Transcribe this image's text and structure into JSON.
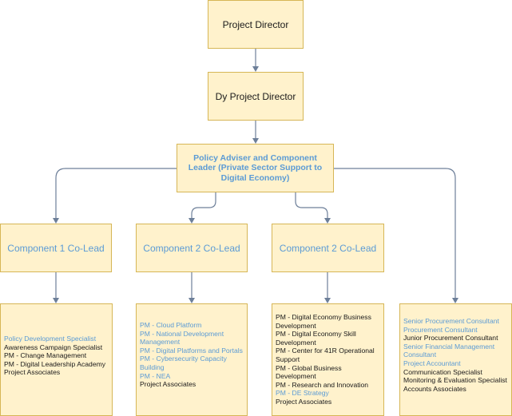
{
  "nodes": {
    "director": "Project Director",
    "dy_director": "Dy Project Director",
    "policy_adviser": "Policy Adviser and Component Leader (Private Sector Support to Digital Economy)",
    "component1": "Component 1 Co-Lead",
    "component2a": "Component 2 Co-Lead",
    "component2b": "Component 2 Co-Lead"
  },
  "lists": {
    "col1": [
      {
        "text": "Policy Development Specialist",
        "highlight": true
      },
      {
        "text": "Awareness Campaign Specialist",
        "highlight": false
      },
      {
        "text": "PM - Change Management",
        "highlight": false
      },
      {
        "text": "PM - Digital Leadership Academy",
        "highlight": false
      },
      {
        "text": "Project Associates",
        "highlight": false
      }
    ],
    "col2": [
      {
        "text": "PM - Cloud Platform",
        "highlight": true
      },
      {
        "text": "PM - National Development Management",
        "highlight": true
      },
      {
        "text": "PM - Digital Platforms and Portals",
        "highlight": true
      },
      {
        "text": "PM - Cybersecurity Capacity Building",
        "highlight": true
      },
      {
        "text": "PM - NEA",
        "highlight": true
      },
      {
        "text": "Project Associates",
        "highlight": false
      }
    ],
    "col3": [
      {
        "text": "PM - Digital Economy Business Development",
        "highlight": false
      },
      {
        "text": "PM - Digital Economy Skill Development",
        "highlight": false
      },
      {
        "text": "PM - Center for 41R Operational Support",
        "highlight": false
      },
      {
        "text": "PM - Global Business Development",
        "highlight": false
      },
      {
        "text": "PM - Research and Innovation",
        "highlight": false
      },
      {
        "text": "PM - DE Strategy",
        "highlight": true
      },
      {
        "text": "Project Associates",
        "highlight": false
      }
    ],
    "col4": [
      {
        "text": "Senior Procurement Consultant",
        "highlight": true
      },
      {
        "text": "Procurement Consultant",
        "highlight": true
      },
      {
        "text": "Junior Procurement Consultant",
        "highlight": false
      },
      {
        "text": "Senior Financial Management Consultant",
        "highlight": true
      },
      {
        "text": "Project Accountant",
        "highlight": true
      },
      {
        "text": "Communication Specialist",
        "highlight": false
      },
      {
        "text": "Monitoring & Evaluation Specialist",
        "highlight": false
      },
      {
        "text": "Accounts Associates",
        "highlight": false
      }
    ]
  },
  "colors": {
    "box_fill": "#fff2cc",
    "box_border": "#d6b656",
    "highlight_text": "#5b9bd5",
    "dark_text": "#1a1a1a",
    "connector": "#6d7f99"
  }
}
